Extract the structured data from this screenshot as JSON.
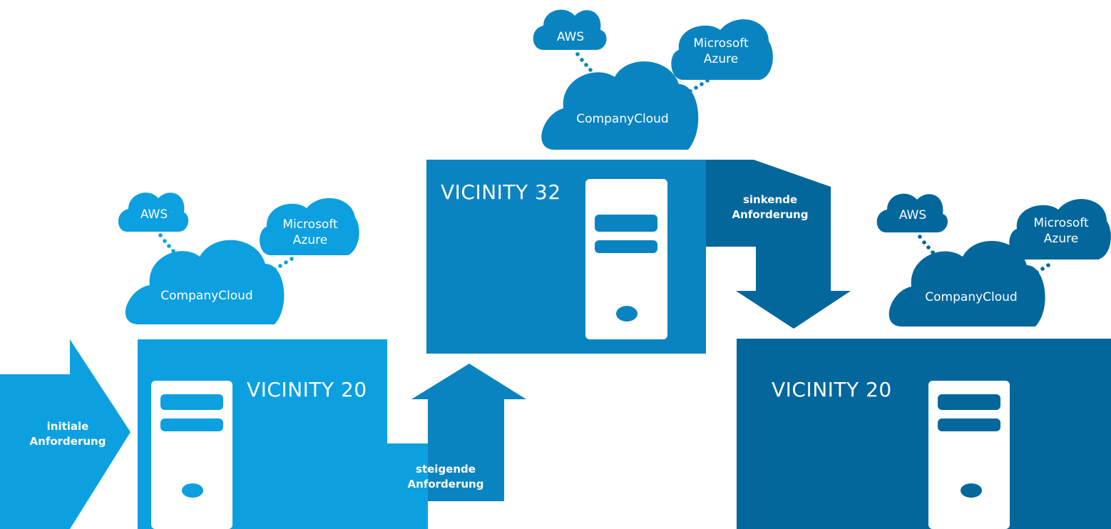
{
  "colors": {
    "light": "#0ca0e0",
    "mid": "#0a84c0",
    "dark": "#04679c",
    "white": "#ffffff"
  },
  "groups": {
    "left": {
      "title": "VICINITY 20",
      "clouds": {
        "aws": "AWS",
        "azure_line1": "Microsoft",
        "azure_line2": "Azure",
        "company": "CompanyCloud"
      }
    },
    "middle": {
      "title": "VICINITY 32",
      "clouds": {
        "aws": "AWS",
        "azure_line1": "Microsoft",
        "azure_line2": "Azure",
        "company": "CompanyCloud"
      }
    },
    "right": {
      "title": "VICINITY 20",
      "clouds": {
        "aws": "AWS",
        "azure_line1": "Microsoft",
        "azure_line2": "Azure",
        "company": "CompanyCloud"
      }
    }
  },
  "arrows": {
    "initial": {
      "line1": "initiale",
      "line2": "Anforderung"
    },
    "rising": {
      "line1": "steigende",
      "line2": "Anforderung"
    },
    "falling": {
      "line1": "sinkende",
      "line2": "Anforderung"
    }
  }
}
